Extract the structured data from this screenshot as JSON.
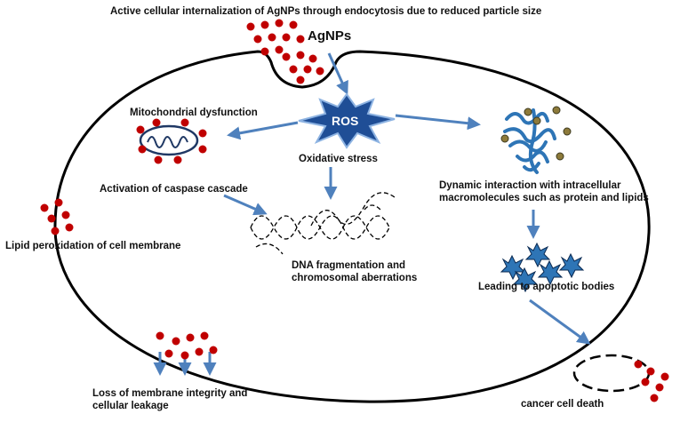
{
  "colors": {
    "cell_outline": "#000000",
    "arrow": "#4f81bd",
    "particle": "#c00000",
    "ros_fill": "#1f4e96",
    "ros_stroke": "#8db3e2",
    "protein": "#2e75b6",
    "protein_dot": "#8d7a3a",
    "apoptotic": "#2e75b6"
  },
  "icons": {
    "ros": "ros-burst-icon",
    "mitochondrion": "mitochondrion-icon",
    "protein": "protein-structure-icon",
    "dna": "dna-helix-icon",
    "apoptotic_bodies": "apoptotic-body-icon",
    "dead_cell": "broken-cell-icon"
  },
  "labels": {
    "title": "Active cellular internalization of AgNPs through endocytosis due to reduced particle size",
    "agnps": "AgNPs",
    "ros": "ROS",
    "oxidative_stress": "Oxidative stress",
    "mitochondrial_dysfunction": "Mitochondrial dysfunction",
    "caspase": "Activation of caspase cascade",
    "lipid_peroxidation": "Lipid peroxidation of cell membrane",
    "dna_fragmentation": "DNA fragmentation and chromosomal aberrations",
    "dynamic_interaction": "Dynamic interaction with intracellular macromolecules such as protein and lipids",
    "apoptotic_bodies": "Leading to apoptotic bodies",
    "membrane_loss": "Loss of membrane integrity and cellular leakage",
    "cancer_cell_death": "cancer cell death"
  }
}
